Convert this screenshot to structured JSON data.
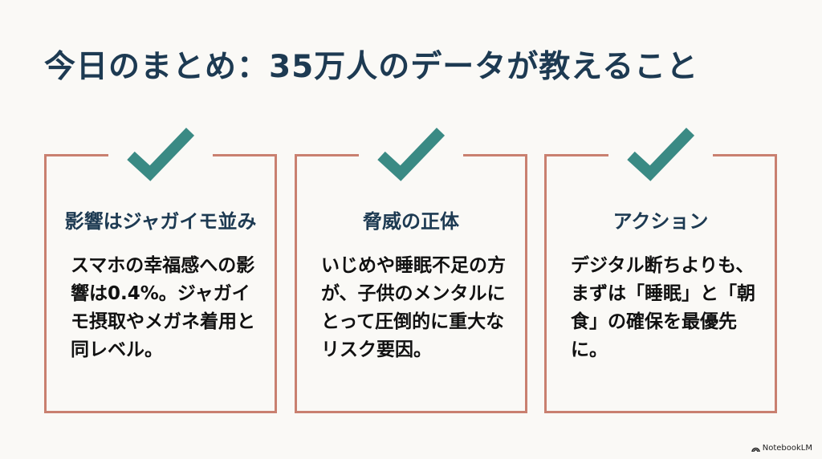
{
  "title": "今日のまとめ：35万人のデータが教えること",
  "cards": [
    {
      "heading": "影響はジャガイモ並み",
      "body": "スマホの幸福感への影響は0.4%。ジャガイモ摂取やメガネ着用と同レベル。"
    },
    {
      "heading": "脅威の正体",
      "body": "いじめや睡眠不足の方が、子供のメンタルにとって圧倒的に重大なリスク要因。"
    },
    {
      "heading": "アクション",
      "body": "デジタル断ちよりも、まずは「睡眠」と「朝食」の確保を最優先に。"
    }
  ],
  "brand": "NotebookLM",
  "colors": {
    "accent": "#3a8a84",
    "border": "#c98070",
    "text": "#1d3a52"
  }
}
